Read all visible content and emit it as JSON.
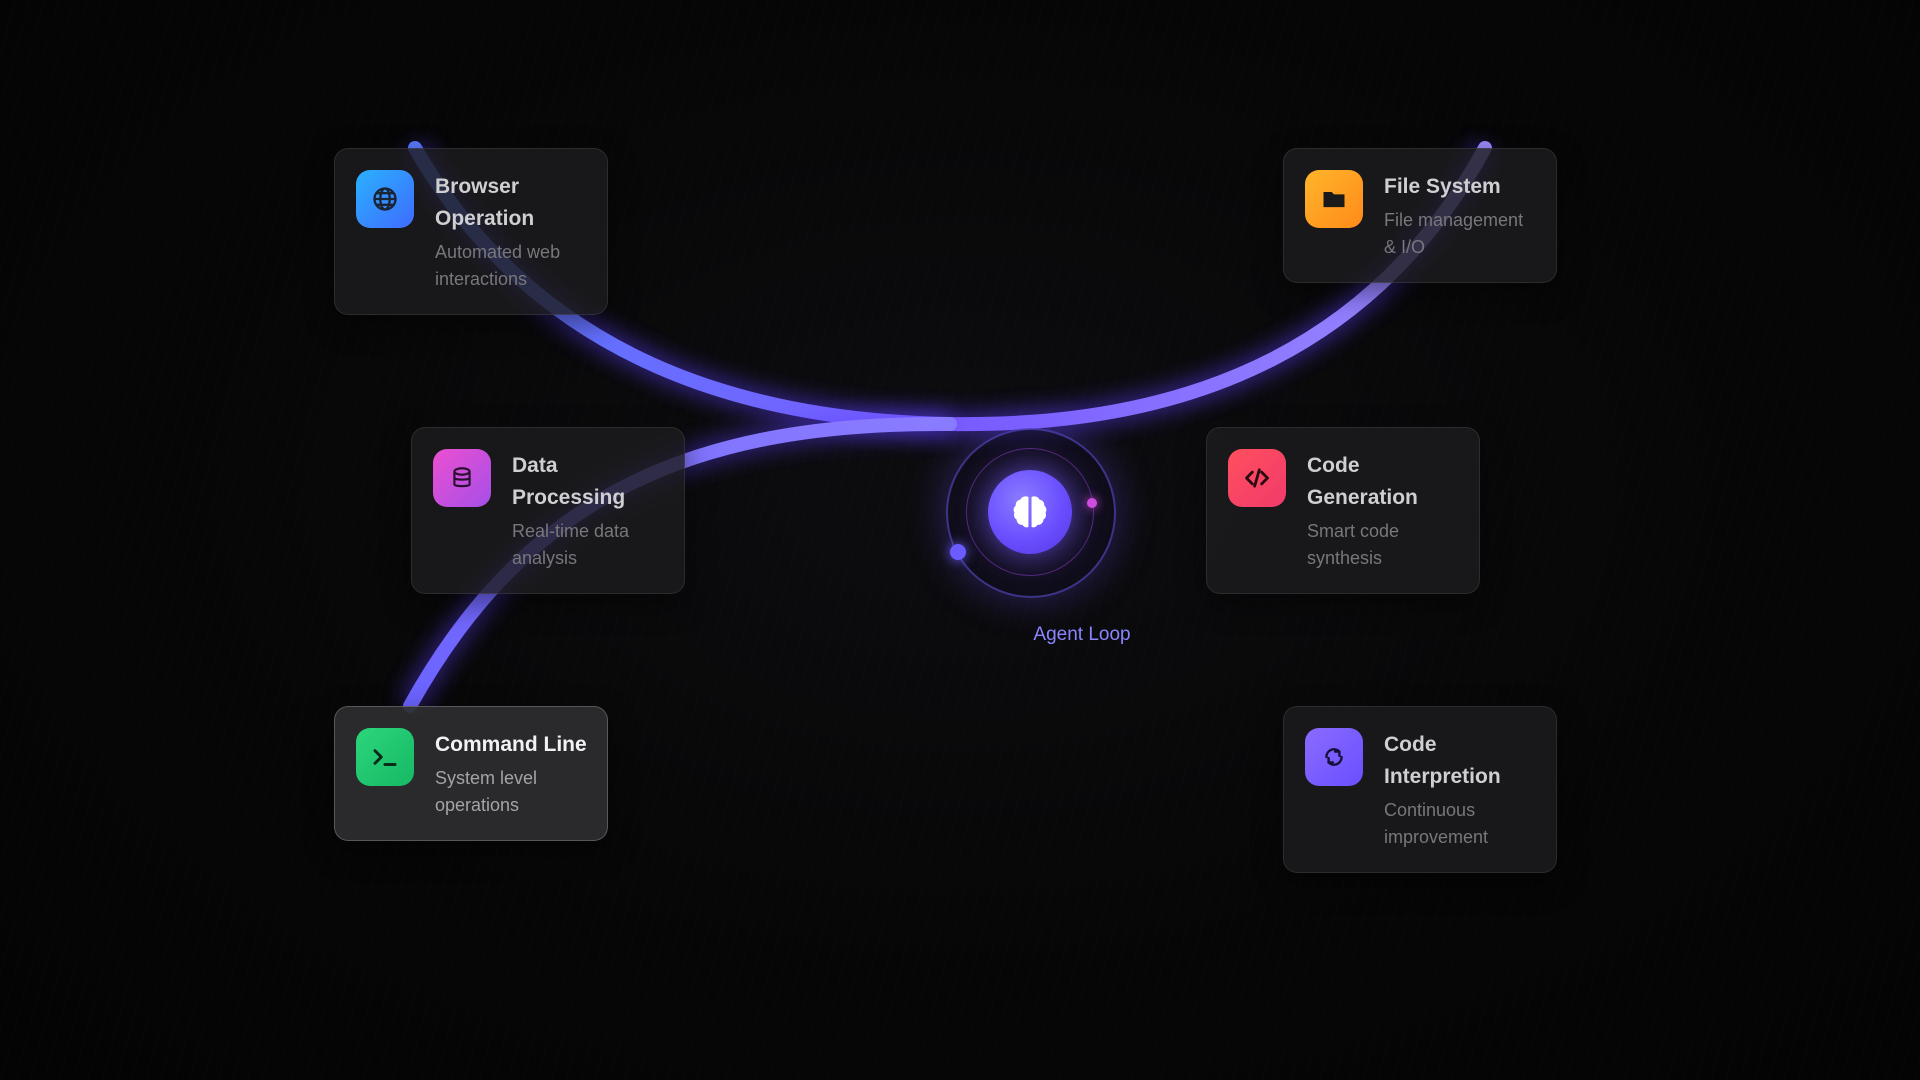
{
  "hub": {
    "label": "Agent Loop",
    "icon": "brain-icon",
    "accent": "#6a4fff"
  },
  "cards": [
    {
      "id": "browser",
      "title": "Browser Operation",
      "description": "Automated web interactions",
      "icon": "globe-icon",
      "gradient": [
        "#2ab1ff",
        "#3f6bff"
      ],
      "active": false
    },
    {
      "id": "files",
      "title": "File System",
      "description": "File management & I/O",
      "icon": "folder-icon",
      "gradient": [
        "#ffb52a",
        "#ff8a1a"
      ],
      "active": false
    },
    {
      "id": "data",
      "title": "Data Processing",
      "description": "Real-time data analysis",
      "icon": "database-icon",
      "gradient": [
        "#ec4fd0",
        "#a54fe8"
      ],
      "active": false
    },
    {
      "id": "codegen",
      "title": "Code Generation",
      "description": "Smart code synthesis",
      "icon": "code-icon",
      "gradient": [
        "#ff4f5e",
        "#f03b6a"
      ],
      "active": false
    },
    {
      "id": "cli",
      "title": "Command Line",
      "description": "System level operations",
      "icon": "terminal-icon",
      "gradient": [
        "#2bd67b",
        "#17b865"
      ],
      "active": true
    },
    {
      "id": "interp",
      "title": "Code Interpretion",
      "description": "Continuous improvement",
      "icon": "refresh-icon",
      "gradient": [
        "#8b6bff",
        "#6a4fff"
      ],
      "active": false
    }
  ],
  "colors": {
    "background": "#050505",
    "wire": "#7b68ff",
    "wire_glow": "#5b3cff"
  }
}
